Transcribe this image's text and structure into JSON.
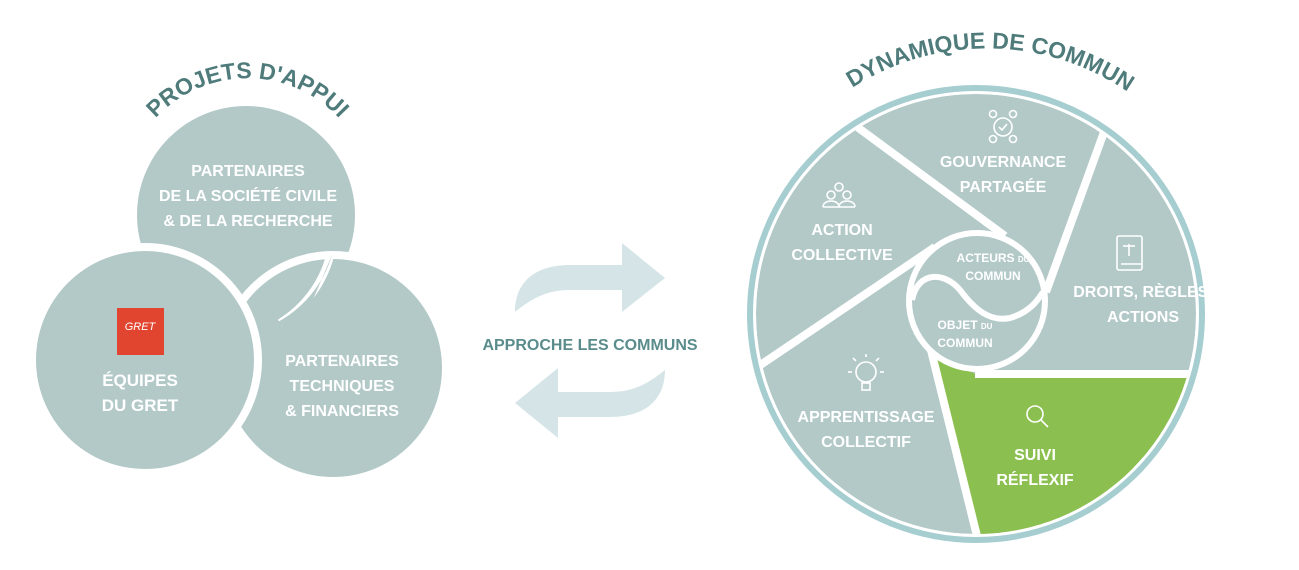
{
  "left": {
    "title": "PROJETS D'APPUI",
    "circles": [
      {
        "lines": [
          "PARTENAIRES",
          "DE LA SOCIÉTÉ CIVILE",
          "& DE LA RECHERCHE"
        ]
      },
      {
        "logo": "GRET",
        "lines": [
          "ÉQUIPES",
          "DU GRET"
        ]
      },
      {
        "lines": [
          "PARTENAIRES",
          "TECHNIQUES",
          "& FINANCIERS"
        ]
      }
    ]
  },
  "middle": {
    "label": "APPROCHE LES COMMUNS"
  },
  "right": {
    "title": "DYNAMIQUE DE COMMUN",
    "segments": [
      {
        "icon": "people-network-icon",
        "lines": [
          "GOUVERNANCE",
          "PARTAGÉE"
        ]
      },
      {
        "icon": "group-icon",
        "lines": [
          "ACTION",
          "COLLECTIVE"
        ]
      },
      {
        "icon": "law-book-icon",
        "lines": [
          "DROITS, RÈGLES,",
          "ACTIONS"
        ]
      },
      {
        "icon": "lightbulb-puzzle-icon",
        "lines": [
          "APPRENTISSAGE",
          "COLLECTIF"
        ]
      },
      {
        "icon": "magnifier-icon",
        "lines": [
          "SUIVI",
          "RÉFLEXIF"
        ],
        "highlighted": true
      }
    ],
    "center": {
      "top": {
        "main": "ACTEURS",
        "small": "DU",
        "line2": "COMMUN"
      },
      "bottom": {
        "main": "OBJET",
        "small": "DU",
        "line2": "COMMUN"
      }
    }
  },
  "colors": {
    "segment": "#b3c9c8",
    "highlight": "#8bbf4f",
    "ring": "#a6cdd0",
    "title": "#4f7b7b",
    "arrow": "#d5e5e7",
    "gret": "#e2452f"
  }
}
